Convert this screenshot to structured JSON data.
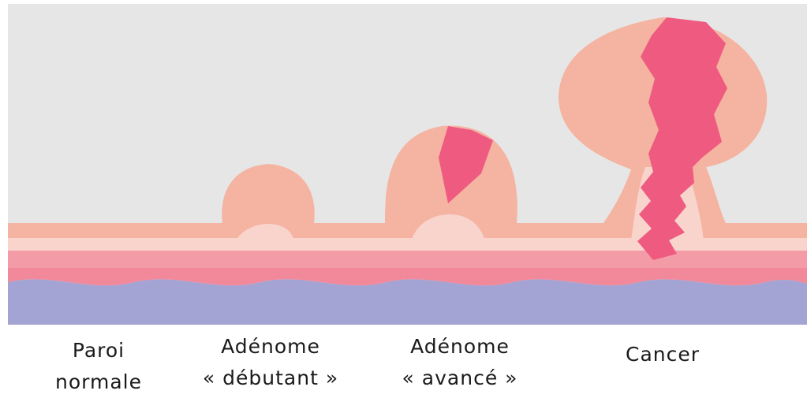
{
  "stages": [
    {
      "line1": "Paroi",
      "line2": "normale"
    },
    {
      "line1": "Adénome",
      "line2": "« débutant »"
    },
    {
      "line1": "Adénome",
      "line2": "« avancé »"
    },
    {
      "line1": "Cancer",
      "line2": ""
    }
  ],
  "colors": {
    "background": "#e6e6e6",
    "mucosa": "#f5b3a1",
    "inner_layer": "#f8d4cd",
    "submucosa": "#f39ba6",
    "muscle": "#f2899b",
    "serosa": "#a4a4d4",
    "tumor": "#ef5a80"
  }
}
